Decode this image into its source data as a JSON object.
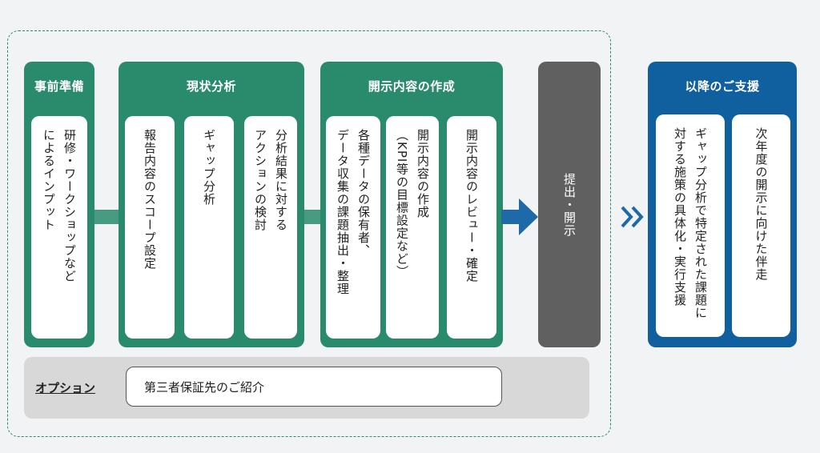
{
  "phases": [
    {
      "title": "事前準備",
      "cards": [
        "研修・ワークショップなど\nによるインプット"
      ]
    },
    {
      "title": "現状分析",
      "cards": [
        "報告内容のスコープ設定",
        "ギャップ分析",
        "分析結果に対する\nアクションの検討"
      ]
    },
    {
      "title": "開示内容の作成",
      "cards": [
        "各種データの保有者、\nデータ収集の課題抽出・整理",
        "開示内容の作成\n（KPI等の目標設定など）",
        "開示内容のレビュー・確定"
      ]
    }
  ],
  "submit": {
    "label": "提出・開示"
  },
  "support": {
    "title": "以降のご支援",
    "cards": [
      "ギャップ分析で特定された課題に\n対する施策の具体化・実行支援",
      "次年度の開示に向けた伴走"
    ]
  },
  "option": {
    "label": "オプション",
    "item": "第三者保証先のご紹介"
  },
  "colors": {
    "green": "#2a8a6c",
    "blue": "#105f9f",
    "gray": "#606060",
    "arrow": "#1e6aa8"
  }
}
